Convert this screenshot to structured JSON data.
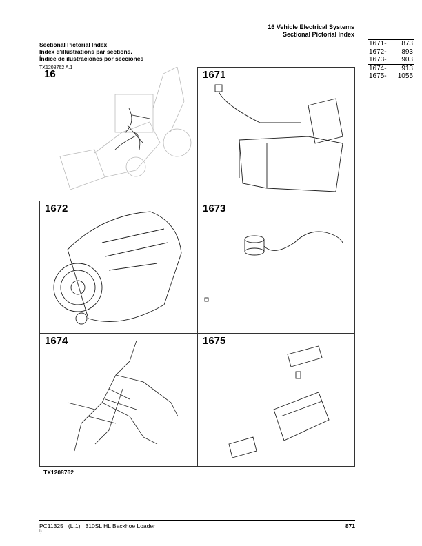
{
  "header": {
    "chapter": "16 Vehicle Electrical Systems",
    "section": "Sectional Pictorial Index"
  },
  "titles": [
    "Sectional Pictorial Index",
    "Index d'illustrations par sections.",
    "Índice de ilustraciones por secciones"
  ],
  "ref": "TX1208762 A.1",
  "index": [
    {
      "id": "1671-",
      "page": "873"
    },
    {
      "id": "1672-",
      "page": "893"
    },
    {
      "id": "1673-",
      "page": "903"
    },
    {
      "id": "1674-",
      "page": "913"
    },
    {
      "id": "1675-",
      "page": "1055"
    }
  ],
  "cells": [
    "16",
    "1671",
    "1672",
    "1673",
    "1674",
    "1675"
  ],
  "figure_id": "TX1208762",
  "footer": {
    "doc": "PC11325",
    "rev": "(L.1)",
    "model": "310SL HL Backhoe Loader",
    "mark": "I)",
    "page": "871"
  }
}
